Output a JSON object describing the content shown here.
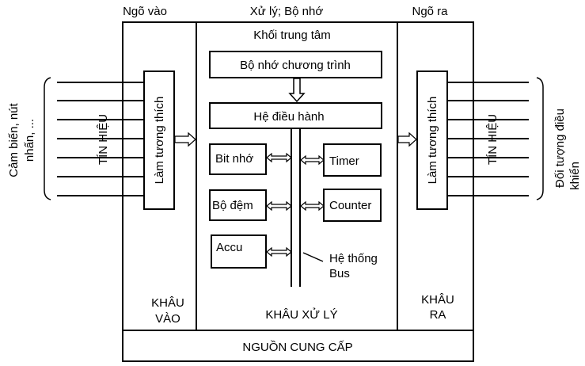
{
  "top_labels": {
    "input": "Ngõ vào",
    "process": "Xử lý; Bộ nhớ",
    "output": "Ngõ ra"
  },
  "central": {
    "title": "Khối trung tâm",
    "program_memory": "Bộ nhớ chương trình",
    "os": "Hệ điều hành",
    "bit_memory": "Bit nhớ",
    "timer": "Timer",
    "buffer": "Bộ đệm",
    "counter": "Counter",
    "accu": "Accu",
    "bus_line1": "Hệ thống",
    "bus_line2": "Bus",
    "section": "KHÂU XỬ LÝ"
  },
  "input_section": {
    "interface": "Làm tương thích",
    "signal": "TÍN HIỆU",
    "side_line1": "Cảm biến, nút",
    "side_line2": "nhấn, ...",
    "section_line1": "KHÂU",
    "section_line2": "VÀO"
  },
  "output_section": {
    "interface": "Làm tương thích",
    "signal": "TÍN HIỆU",
    "side_line1": "Đối tượng điều",
    "side_line2": "khiển",
    "section_line1": "KHÂU",
    "section_line2": "RA"
  },
  "power": "NGUỒN CUNG CẤP"
}
